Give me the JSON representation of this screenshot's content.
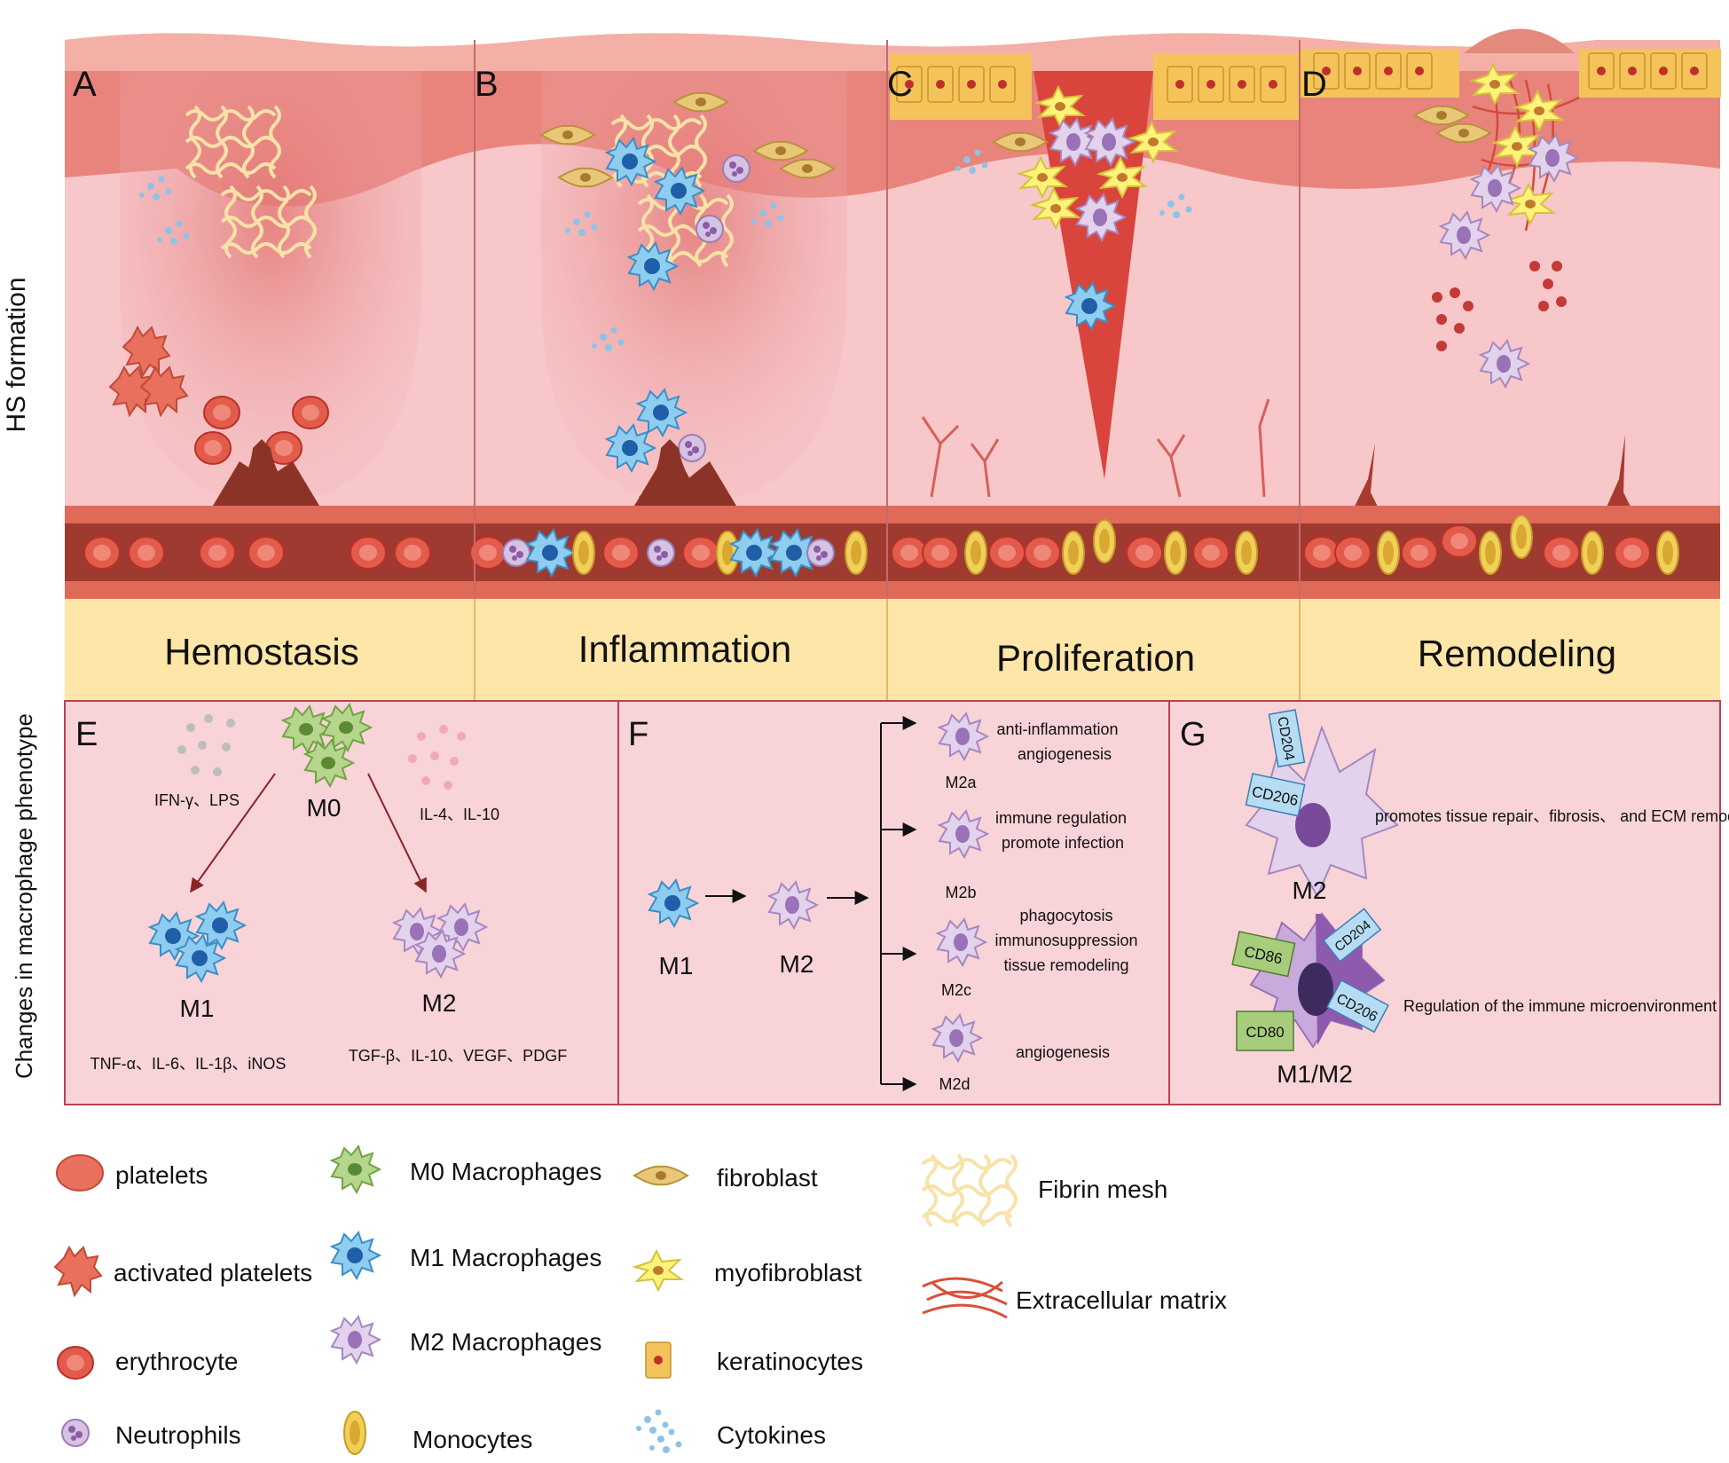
{
  "side_labels": {
    "top": "HS formation",
    "bottom": "Changes in macrophage phenotype"
  },
  "panels": {
    "A": {
      "letter": "A",
      "stage": "Hemostasis"
    },
    "B": {
      "letter": "B",
      "stage": "Inflammation"
    },
    "C": {
      "letter": "C",
      "stage": "Proliferation"
    },
    "D": {
      "letter": "D",
      "stage": "Remodeling"
    }
  },
  "panel_e": {
    "letter": "E",
    "m0": "M0",
    "m1": "M1",
    "m2": "M2",
    "stim_m1": "IFN-γ、LPS",
    "stim_m2": "IL-4、IL-10",
    "m1_products": "TNF-α、IL-6、IL-1β、iNOS",
    "m2_products": "TGF-β、IL-10、VEGF、PDGF"
  },
  "panel_f": {
    "letter": "F",
    "m1": "M1",
    "m2": "M2",
    "subtypes": [
      {
        "name": "M2a",
        "functions": [
          "anti-inflammation",
          "angiogenesis"
        ]
      },
      {
        "name": "M2b",
        "functions": [
          "immune regulation",
          "promote infection"
        ]
      },
      {
        "name": "M2c",
        "functions": [
          "phagocytosis",
          "immunosuppression",
          "tissue remodeling"
        ]
      },
      {
        "name": "M2d",
        "functions": [
          "angiogenesis"
        ]
      }
    ]
  },
  "panel_g": {
    "letter": "G",
    "m2": "M2",
    "m1m2": "M1/M2",
    "m2_desc": "promotes tissue repair、fibrosis、 and ECM remodeling",
    "m1m2_desc": "Regulation of the immune microenvironment",
    "markers": {
      "cd206": "CD206",
      "cd204": "CD204",
      "cd86": "CD86",
      "cd80": "CD80"
    }
  },
  "legend": [
    {
      "icon": "platelet-icon",
      "label": "platelets"
    },
    {
      "icon": "activated-platelet-icon",
      "label": "activated platelets"
    },
    {
      "icon": "erythrocyte-icon",
      "label": "erythrocyte"
    },
    {
      "icon": "neutrophil-icon",
      "label": "Neutrophils"
    },
    {
      "icon": "m0-macrophage-icon",
      "label": "M0 Macrophages"
    },
    {
      "icon": "m1-macrophage-icon",
      "label": "M1 Macrophages"
    },
    {
      "icon": "m2-macrophage-icon",
      "label": "M2 Macrophages"
    },
    {
      "icon": "monocyte-icon",
      "label": "Monocytes"
    },
    {
      "icon": "fibroblast-icon",
      "label": "fibroblast"
    },
    {
      "icon": "myofibroblast-icon",
      "label": "myofibroblast"
    },
    {
      "icon": "keratinocyte-icon",
      "label": "keratinocytes"
    },
    {
      "icon": "cytokines-icon",
      "label": "Cytokines"
    },
    {
      "icon": "fibrin-mesh-icon",
      "label": "Fibrin mesh"
    },
    {
      "icon": "extracellular-matrix-icon",
      "label": "Extracellular matrix"
    }
  ],
  "colors": {
    "skin_top": "#e8847c",
    "dermis": "#f7c7c9",
    "vessel": "#9e3a30",
    "rbc": "#e35b4a",
    "stage_bar": "#fde6a8",
    "lower_panel": "#f8d3d8",
    "border": "#b8434c",
    "m1": "#4aa8e0",
    "m2": "#cbb2dc",
    "m0": "#9cc86c"
  }
}
